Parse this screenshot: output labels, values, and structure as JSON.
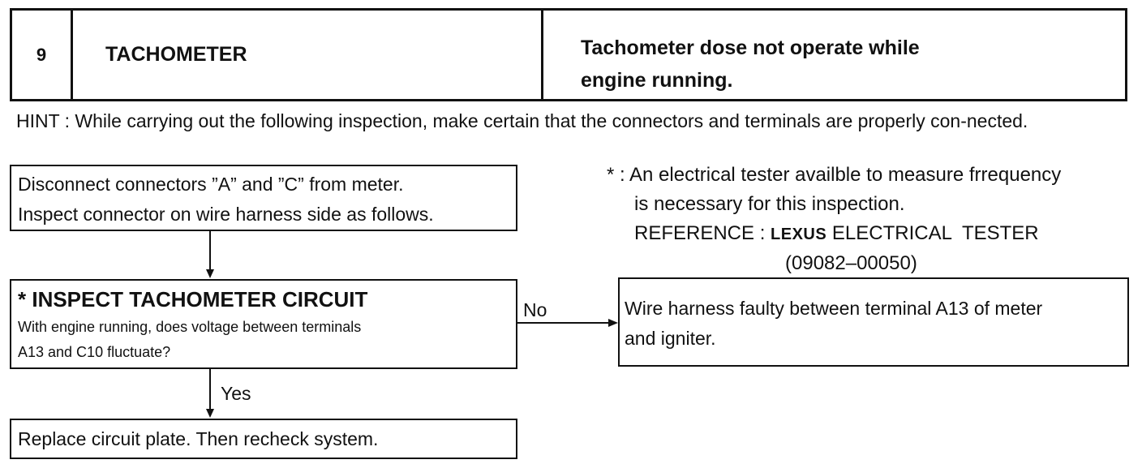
{
  "header": {
    "number": "9",
    "title": "TACHOMETER",
    "description_line1": "Tachometer dose not operate while",
    "description_line2": "engine running."
  },
  "hint": "HINT : While carrying out the following inspection, make certain that the connectors and terminals are properly con-nected.",
  "flow": {
    "step1_line1": "Disconnect connectors ”A” and ”C” from meter.",
    "step1_line2": "Inspect connector on wire harness side as follows.",
    "inspect_title": "* INSPECT TACHOMETER CIRCUIT",
    "inspect_q1": "With engine running, does voltage between terminals",
    "inspect_q2": "A13 and C10 fluctuate?",
    "no_label": "No",
    "yes_label": "Yes",
    "fault_line1": "Wire harness faulty between terminal A13 of meter",
    "fault_line2": "and igniter.",
    "replace": "Replace circuit plate. Then recheck system."
  },
  "note": {
    "line1": "* : An electrical tester availble to measure frrequency",
    "line2": "is necessary for this inspection.",
    "reference_label": "REFERENCE :",
    "brand": "LEXUS",
    "tester": "ELECTRICAL  TESTER",
    "part_number": "(09082–00050)"
  }
}
